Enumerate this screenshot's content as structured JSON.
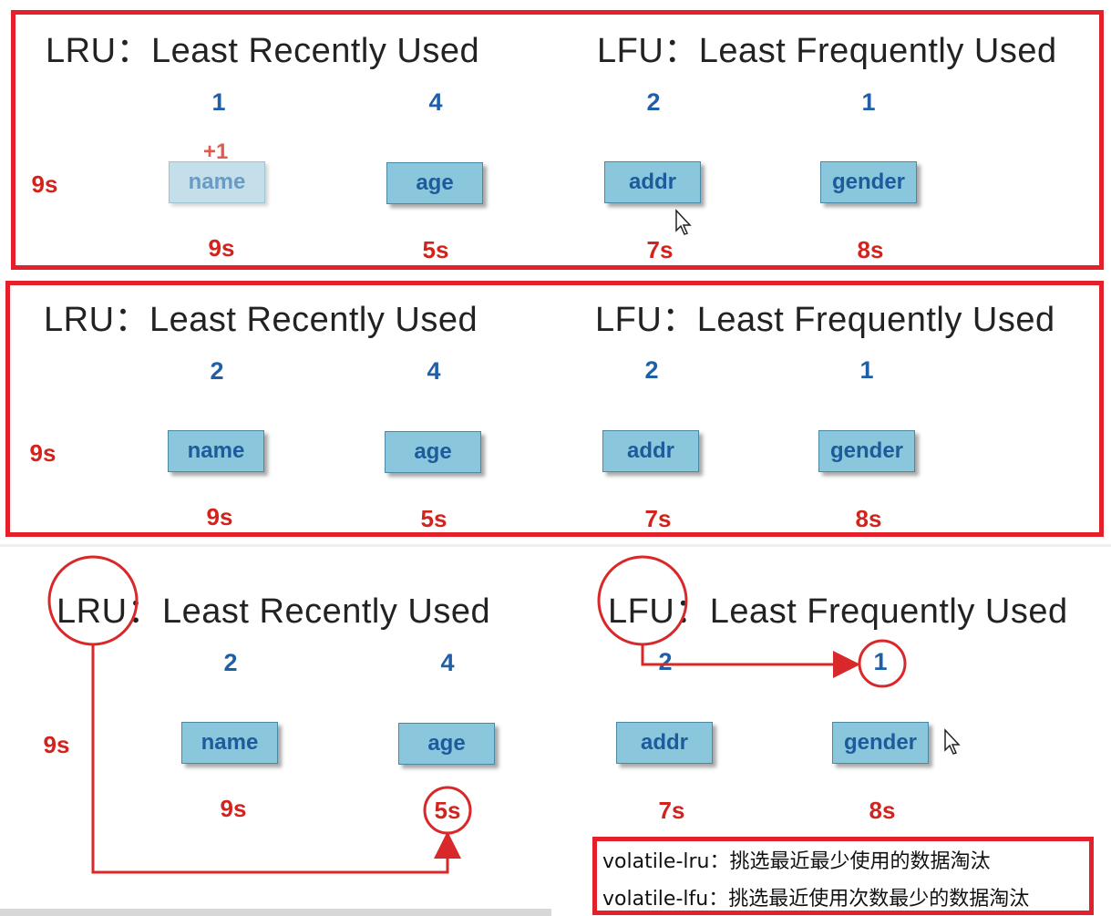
{
  "colors": {
    "frame": "#e4202a",
    "key_fill": "#8ac6dc",
    "count_text": "#1f5fa8",
    "time_text": "#d2241c"
  },
  "panels": [
    {
      "lru_title": "LRU：Least Recently Used",
      "lfu_title": "LFU：Least Frequently Used",
      "now": "9s",
      "increment": "+1",
      "keys": [
        {
          "label": "name",
          "count": "1",
          "time": "9s"
        },
        {
          "label": "age",
          "count": "4",
          "time": "5s"
        },
        {
          "label": "addr",
          "count": "2",
          "time": "7s"
        },
        {
          "label": "gender",
          "count": "1",
          "time": "8s"
        }
      ]
    },
    {
      "lru_title": "LRU：Least Recently Used",
      "lfu_title": "LFU：Least Frequently Used",
      "now": "9s",
      "keys": [
        {
          "label": "name",
          "count": "2",
          "time": "9s"
        },
        {
          "label": "age",
          "count": "4",
          "time": "5s"
        },
        {
          "label": "addr",
          "count": "2",
          "time": "7s"
        },
        {
          "label": "gender",
          "count": "1",
          "time": "8s"
        }
      ]
    },
    {
      "lru_title": "LRU：Least Recently Used",
      "lfu_title": "LFU：Least Frequently Used",
      "now": "9s",
      "keys": [
        {
          "label": "name",
          "count": "2",
          "time": "9s"
        },
        {
          "label": "age",
          "count": "4",
          "time": "5s"
        },
        {
          "label": "addr",
          "count": "2",
          "time": "7s"
        },
        {
          "label": "gender",
          "count": "1",
          "time": "8s"
        }
      ]
    }
  ],
  "legend": {
    "line1": "volatile-lru：挑选最近最少使用的数据淘汰",
    "line2": "volatile-lfu：挑选最近使用次数最少的数据淘汰"
  },
  "icons": [
    "mouse-cursor-icon"
  ]
}
